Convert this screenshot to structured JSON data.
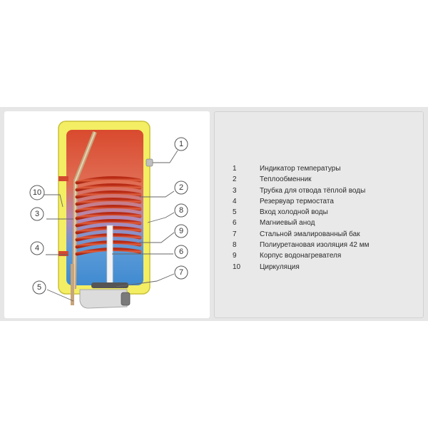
{
  "callouts": [
    "1",
    "2",
    "3",
    "4",
    "5",
    "6",
    "7",
    "8",
    "9",
    "10"
  ],
  "legend": [
    {
      "num": "1",
      "text": "Индикатор температуры"
    },
    {
      "num": "2",
      "text": "Теплообменник"
    },
    {
      "num": "3",
      "text": "Трубка для отвода тёплой воды"
    },
    {
      "num": "4",
      "text": "Резервуар термостата"
    },
    {
      "num": "5",
      "text": "Вход холодной воды"
    },
    {
      "num": "6",
      "text": "Магниевый анод"
    },
    {
      "num": "7",
      "text": "Стальной эмалированный бак"
    },
    {
      "num": "8",
      "text": "Полиуретановая изоляция 42 мм"
    },
    {
      "num": "9",
      "text": "Корпус водонагревателя"
    },
    {
      "num": "10",
      "text": "Циркуляция"
    }
  ],
  "colors": {
    "casing": "#f3ee63",
    "hot_water": "#e0553a",
    "cold_water": "#4e98d6",
    "coil": "#c8381f",
    "pipe": "#c7a57c"
  }
}
